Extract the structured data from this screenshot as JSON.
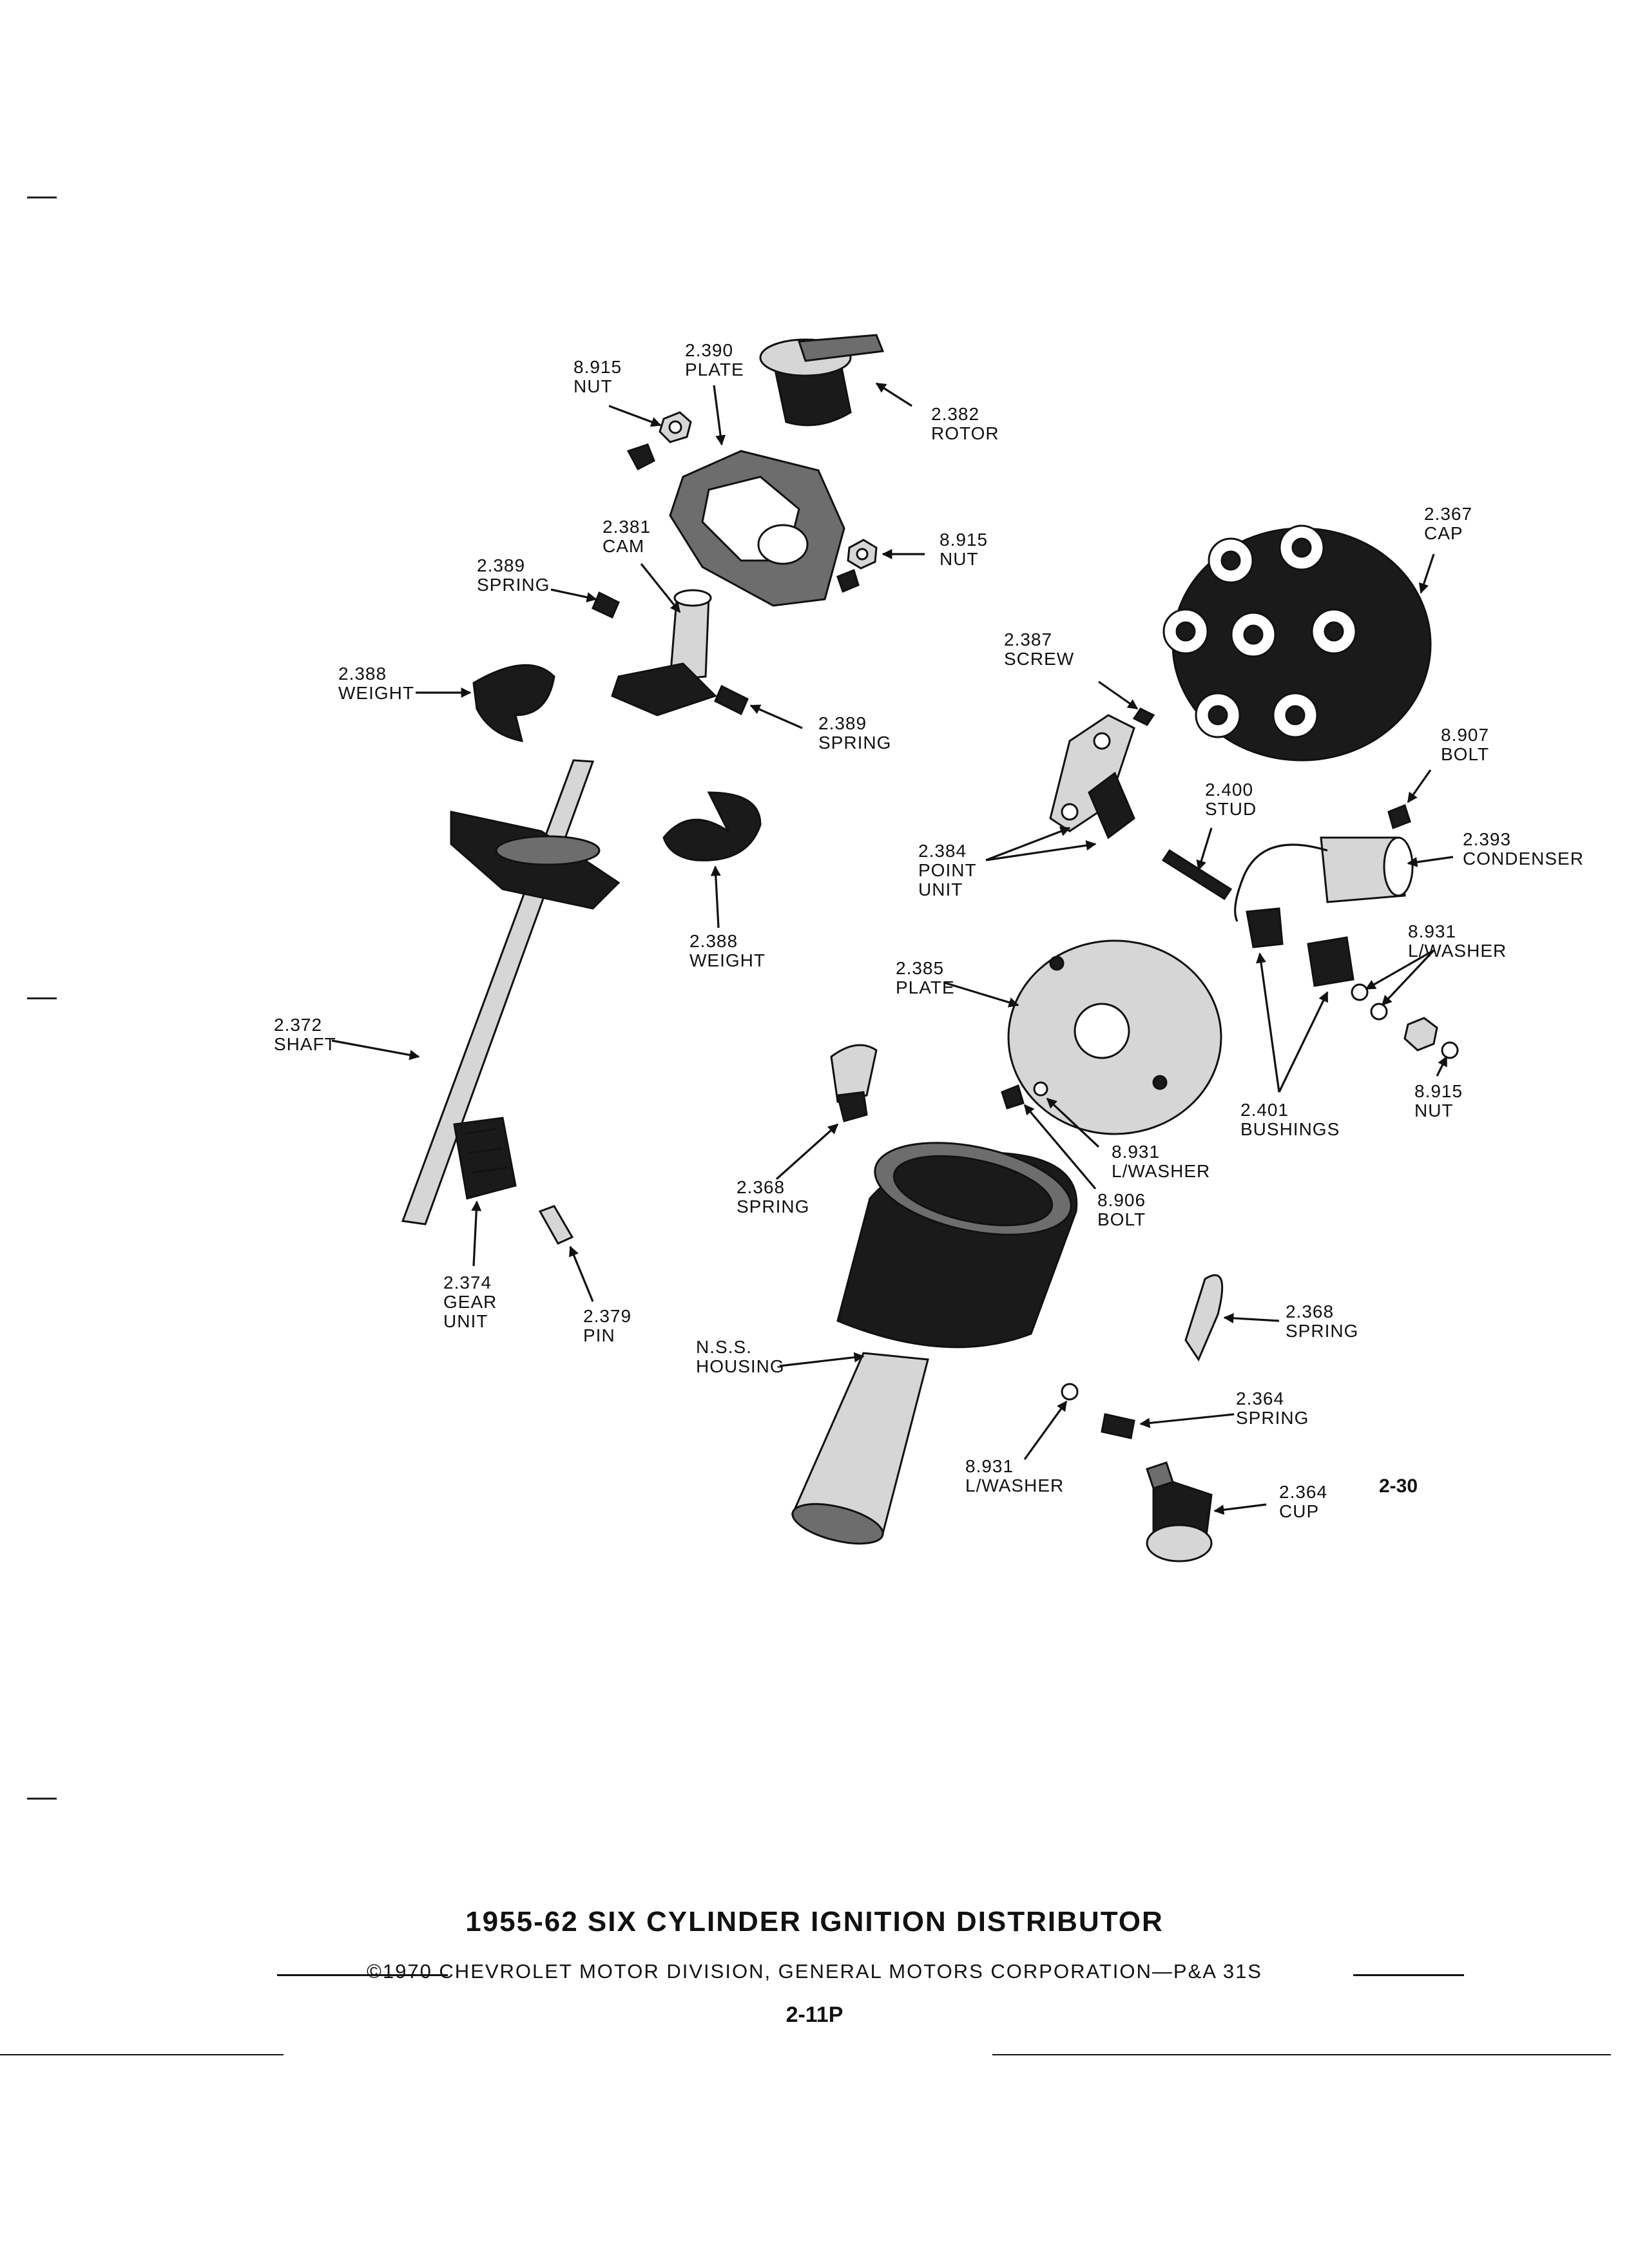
{
  "title": "1955-62 SIX CYLINDER IGNITION DISTRIBUTOR",
  "copyright": "©1970 CHEVROLET MOTOR DIVISION, GENERAL MOTORS CORPORATION—P&A 31S",
  "page_number": "2-11P",
  "figure_number": "2-30",
  "callouts": [
    {
      "num": "8.915",
      "name": "NUT"
    },
    {
      "num": "2.390",
      "name": "PLATE"
    },
    {
      "num": "2.382",
      "name": "ROTOR"
    },
    {
      "num": "2.381",
      "name": "CAM"
    },
    {
      "num": "8.915",
      "name": "NUT"
    },
    {
      "num": "2.367",
      "name": "CAP"
    },
    {
      "num": "2.389",
      "name": "SPRING"
    },
    {
      "num": "2.388",
      "name": "WEIGHT"
    },
    {
      "num": "2.389",
      "name": "SPRING"
    },
    {
      "num": "2.387",
      "name": "SCREW"
    },
    {
      "num": "8.907",
      "name": "BOLT"
    },
    {
      "num": "2.400",
      "name": "STUD"
    },
    {
      "num": "2.393",
      "name": "CONDENSER"
    },
    {
      "num": "2.384",
      "name": "POINT",
      "name2": "UNIT"
    },
    {
      "num": "2.388",
      "name": "WEIGHT"
    },
    {
      "num": "8.931",
      "name": "L/WASHER"
    },
    {
      "num": "2.385",
      "name": "PLATE"
    },
    {
      "num": "2.372",
      "name": "SHAFT"
    },
    {
      "num": "2.401",
      "name": "BUSHINGS"
    },
    {
      "num": "8.915",
      "name": "NUT"
    },
    {
      "num": "8.931",
      "name": "L/WASHER"
    },
    {
      "num": "2.368",
      "name": "SPRING"
    },
    {
      "num": "8.906",
      "name": "BOLT"
    },
    {
      "num": "2.374",
      "name": "GEAR",
      "name2": "UNIT"
    },
    {
      "num": "2.379",
      "name": "PIN"
    },
    {
      "num": "N.S.S.",
      "name": "HOUSING"
    },
    {
      "num": "2.368",
      "name": "SPRING"
    },
    {
      "num": "2.364",
      "name": "SPRING"
    },
    {
      "num": "8.931",
      "name": "L/WASHER"
    },
    {
      "num": "2.364",
      "name": "CUP"
    }
  ],
  "colors": {
    "ink": "#111111",
    "paper": "#ffffff"
  }
}
